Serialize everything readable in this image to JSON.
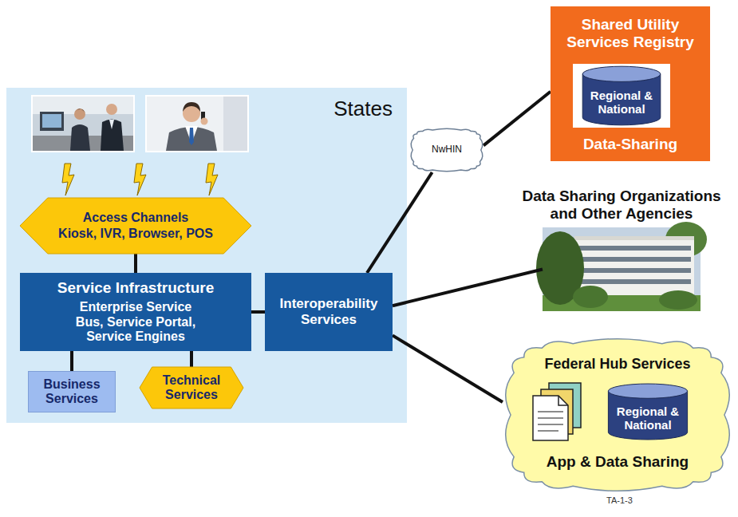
{
  "diagram": {
    "nodes": [
      {
        "text": [
          "States"
        ]
      },
      {
        "text": [
          "Access Channels",
          "Kiosk, IVR, Browser, POS"
        ],
        "in": 0
      },
      {
        "text": [
          "Service Infrastructure",
          "Enterprise Service Bus, Service Portal, Service Engines"
        ],
        "in": 0
      },
      {
        "text": [
          "Business Services"
        ],
        "in": 0
      },
      {
        "text": [
          "Technical Services"
        ],
        "in": 0
      },
      {
        "text": [
          "Interoperability Services"
        ],
        "in": 0
      },
      {
        "text": [
          "NwHIN"
        ]
      },
      {
        "text": [
          "Shared Utility Services Registry",
          "Data-Sharing"
        ]
      },
      {
        "text": [
          "Regional & National"
        ],
        "in": 7
      },
      {
        "text": [
          "Data Sharing Organizations and Other Agencies"
        ]
      },
      {
        "text": [
          "Federal Hub Services",
          "App & Data Sharing"
        ]
      },
      {
        "text": [
          "Regional & National"
        ],
        "in": 10
      }
    ],
    "edges": [
      {
        "from": 1,
        "to": 2,
        "arrow": "none"
      },
      {
        "from": 3,
        "to": 2,
        "arrow": "none"
      },
      {
        "from": 4,
        "to": 2,
        "arrow": "none"
      },
      {
        "from": 2,
        "to": 5,
        "arrow": "none"
      },
      {
        "from": 5,
        "to": 6,
        "arrow": "none"
      },
      {
        "from": 6,
        "to": 7,
        "arrow": "none"
      },
      {
        "from": 5,
        "to": 9,
        "arrow": "none"
      },
      {
        "from": 5,
        "to": 10,
        "arrow": "none"
      }
    ],
    "labels": [
      "TA-1-3"
    ]
  }
}
